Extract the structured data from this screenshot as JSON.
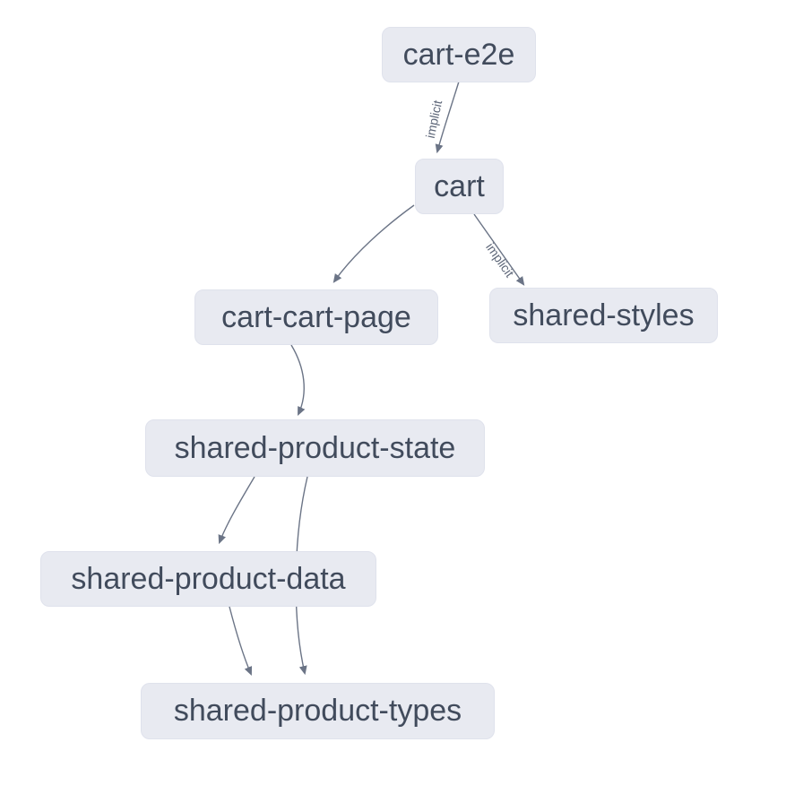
{
  "nodes": [
    {
      "label": "cart-e2e"
    },
    {
      "label": "cart"
    },
    {
      "label": "cart-cart-page"
    },
    {
      "label": "shared-styles"
    },
    {
      "label": "shared-product-state"
    },
    {
      "label": "shared-product-data"
    },
    {
      "label": "shared-product-types"
    }
  ],
  "edges": [
    {
      "from": "cart-e2e",
      "to": "cart",
      "label": "implicit"
    },
    {
      "from": "cart",
      "to": "cart-cart-page",
      "label": ""
    },
    {
      "from": "cart",
      "to": "shared-styles",
      "label": "implicit"
    },
    {
      "from": "cart-cart-page",
      "to": "shared-product-state",
      "label": ""
    },
    {
      "from": "shared-product-state",
      "to": "shared-product-data",
      "label": ""
    },
    {
      "from": "shared-product-state",
      "to": "shared-product-types",
      "label": ""
    },
    {
      "from": "shared-product-data",
      "to": "shared-product-types",
      "label": ""
    }
  ],
  "colors": {
    "background": "#ffffff",
    "node_fill": "#e8eaf1",
    "node_border": "#dfe2ec",
    "node_text": "#414b5c",
    "edge_stroke": "#6b7486",
    "edge_label_text": "#5d6678"
  }
}
